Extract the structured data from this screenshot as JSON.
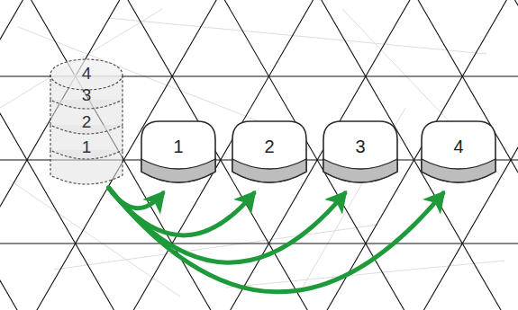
{
  "diagram": {
    "nodes": [
      {
        "text": [
          "4",
          "3",
          "2",
          "1"
        ]
      },
      {
        "text": [
          "1"
        ]
      },
      {
        "text": [
          "2"
        ]
      },
      {
        "text": [
          "3"
        ]
      },
      {
        "text": [
          "4"
        ]
      }
    ],
    "edges": [
      {
        "from": 0,
        "to": 1,
        "arrow": "to"
      },
      {
        "from": 0,
        "to": 2,
        "arrow": "to"
      },
      {
        "from": 0,
        "to": 3,
        "arrow": "to"
      },
      {
        "from": 0,
        "to": 4,
        "arrow": "to"
      }
    ]
  }
}
